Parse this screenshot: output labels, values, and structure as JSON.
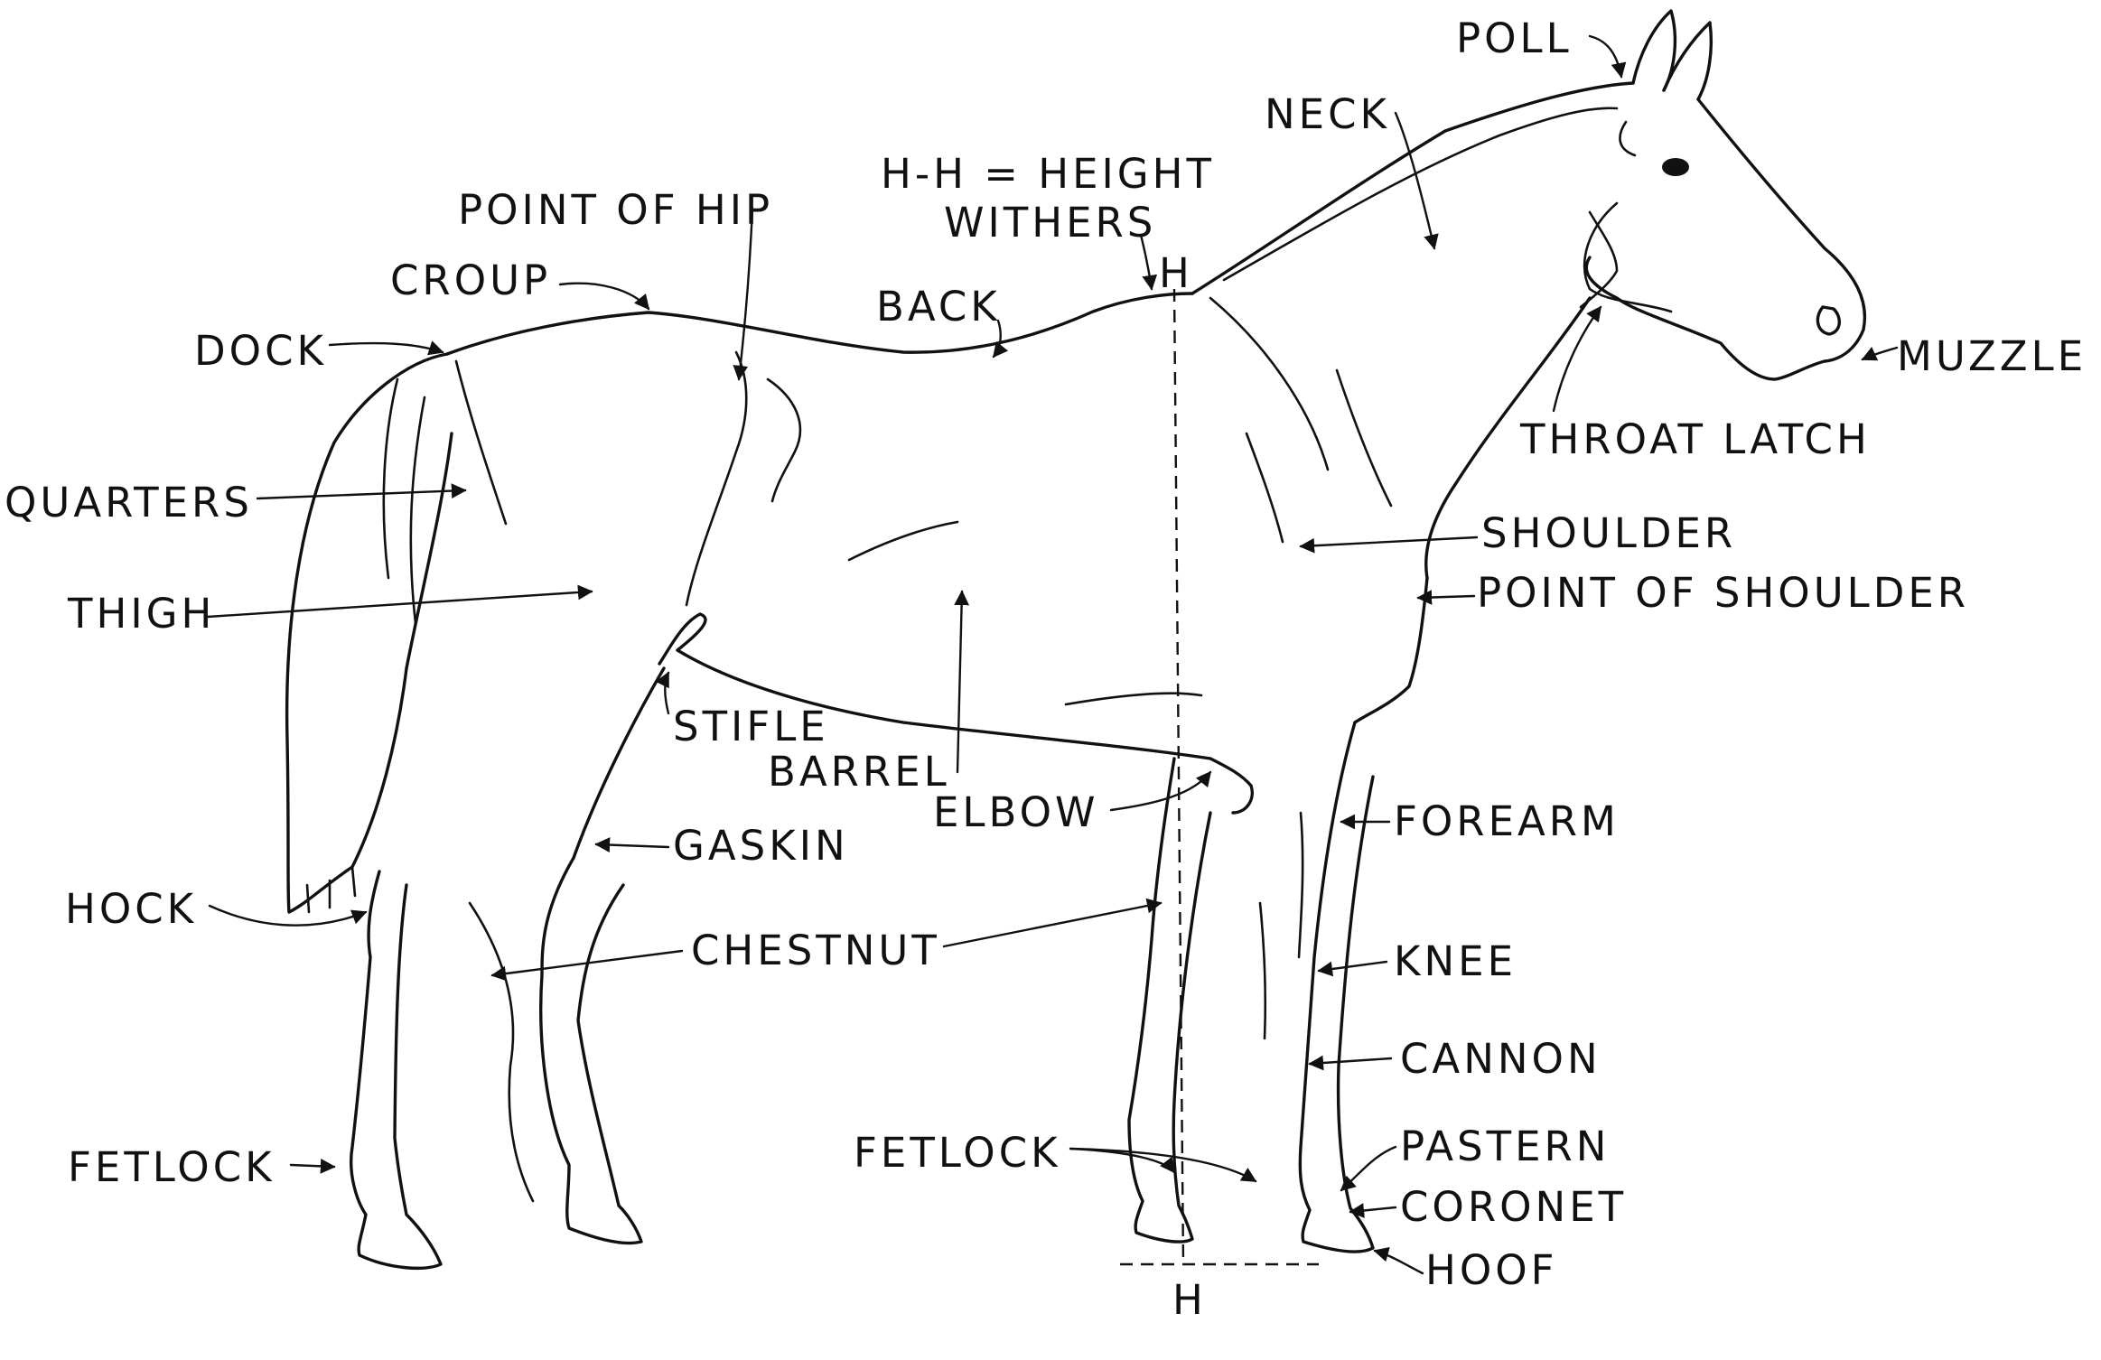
{
  "labels": {
    "poll": "POLL",
    "neck": "NECK",
    "height_note": "H-H = HEIGHT",
    "withers": "WITHERS",
    "point_of_hip": "POINT OF HIP",
    "croup": "CROUP",
    "back": "BACK",
    "dock": "DOCK",
    "muzzle": "MUZZLE",
    "throat_latch": "THROAT LATCH",
    "quarters": "QUARTERS",
    "shoulder": "SHOULDER",
    "point_of_shoulder": "POINT OF SHOULDER",
    "thigh": "THIGH",
    "stifle": "STIFLE",
    "barrel": "BARREL",
    "elbow": "ELBOW",
    "forearm": "FOREARM",
    "gaskin": "GASKIN",
    "hock": "HOCK",
    "chestnut": "CHESTNUT",
    "knee": "KNEE",
    "cannon": "CANNON",
    "fetlock_hind": "FETLOCK",
    "fetlock_fore": "FETLOCK",
    "pastern": "PASTERN",
    "coronet": "CORONET",
    "hoof": "HOOF",
    "h_top": "H",
    "h_bottom": "H"
  }
}
